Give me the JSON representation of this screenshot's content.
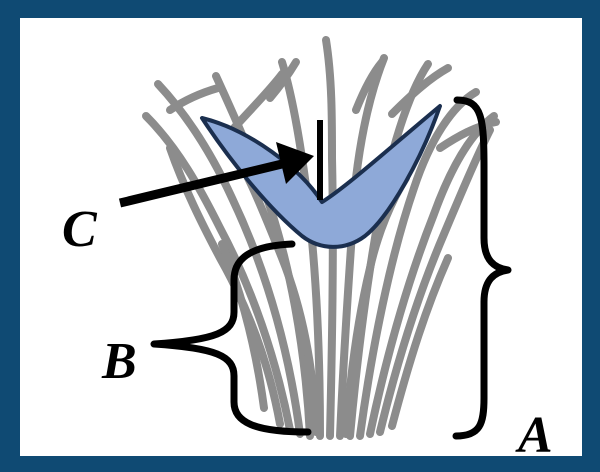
{
  "labels": {
    "a": "A",
    "b": "B",
    "c": "C"
  },
  "colors": {
    "background": "#0f4a73",
    "fibers": "#8c8c8c",
    "crystal_fill": "#8ea9d8",
    "crystal_stroke": "#1b2f4f",
    "ink": "#000000"
  }
}
